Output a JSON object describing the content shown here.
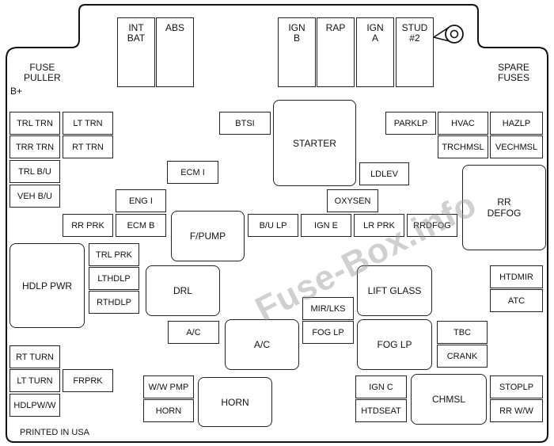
{
  "labels": {
    "fuse_puller": "FUSE\nPULLER",
    "b_plus": "B+",
    "spare_fuses": "SPARE\nFUSES",
    "printed": "PRINTED IN USA"
  },
  "watermark": "Fuse-Box.info",
  "fuses": [
    {
      "id": "int-bat",
      "label": "INT\nBAT"
    },
    {
      "id": "abs",
      "label": "ABS"
    },
    {
      "id": "ign-b",
      "label": "IGN\nB"
    },
    {
      "id": "rap",
      "label": "RAP"
    },
    {
      "id": "ign-a",
      "label": "IGN\nA"
    },
    {
      "id": "stud-2",
      "label": "STUD\n#2"
    },
    {
      "id": "trl-trn",
      "label": "TRL TRN"
    },
    {
      "id": "lt-trn",
      "label": "LT TRN"
    },
    {
      "id": "trr-trn",
      "label": "TRR TRN"
    },
    {
      "id": "rt-trn",
      "label": "RT TRN"
    },
    {
      "id": "trl-bu",
      "label": "TRL B/U"
    },
    {
      "id": "veh-bu",
      "label": "VEH B/U"
    },
    {
      "id": "btsi",
      "label": "BTSI"
    },
    {
      "id": "starter",
      "label": "STARTER"
    },
    {
      "id": "parklp",
      "label": "PARKLP"
    },
    {
      "id": "hvac",
      "label": "HVAC"
    },
    {
      "id": "hazlp",
      "label": "HAZLP"
    },
    {
      "id": "trchmsl",
      "label": "TRCHMSL"
    },
    {
      "id": "vechmsl",
      "label": "VECHMSL"
    },
    {
      "id": "ecm-1",
      "label": "ECM I"
    },
    {
      "id": "ldlev",
      "label": "LDLEV"
    },
    {
      "id": "eng-1",
      "label": "ENG I"
    },
    {
      "id": "oxysen",
      "label": "OXYSEN"
    },
    {
      "id": "rr-defog",
      "label": "RR\nDEFOG"
    },
    {
      "id": "rr-prk",
      "label": "RR PRK"
    },
    {
      "id": "ecm-b",
      "label": "ECM B"
    },
    {
      "id": "fpump",
      "label": "F/PUMP"
    },
    {
      "id": "bu-lp",
      "label": "B/U LP"
    },
    {
      "id": "ign-e",
      "label": "IGN E"
    },
    {
      "id": "lr-prk",
      "label": "LR PRK"
    },
    {
      "id": "rrdfog",
      "label": "RRDFOG"
    },
    {
      "id": "hdlp-pwr",
      "label": "HDLP PWR"
    },
    {
      "id": "trl-prk",
      "label": "TRL PRK"
    },
    {
      "id": "lthdlp",
      "label": "LTHDLP"
    },
    {
      "id": "rthdlp",
      "label": "RTHDLP"
    },
    {
      "id": "drl",
      "label": "DRL"
    },
    {
      "id": "lift-glass",
      "label": "LIFT GLASS"
    },
    {
      "id": "htdmir",
      "label": "HTDMIR"
    },
    {
      "id": "atc",
      "label": "ATC"
    },
    {
      "id": "mir-lks",
      "label": "MIR/LKS"
    },
    {
      "id": "ac-fuse",
      "label": "A/C"
    },
    {
      "id": "ac-relay",
      "label": "A/C"
    },
    {
      "id": "fog-lp-fuse",
      "label": "FOG LP"
    },
    {
      "id": "fog-lp-relay",
      "label": "FOG LP"
    },
    {
      "id": "tbc",
      "label": "TBC"
    },
    {
      "id": "crank",
      "label": "CRANK"
    },
    {
      "id": "rt-turn",
      "label": "RT TURN"
    },
    {
      "id": "lt-turn",
      "label": "LT TURN"
    },
    {
      "id": "frprk",
      "label": "FRPRK"
    },
    {
      "id": "hdlpww",
      "label": "HDLPW/W"
    },
    {
      "id": "ww-pmp",
      "label": "W/W PMP"
    },
    {
      "id": "horn-fuse",
      "label": "HORN"
    },
    {
      "id": "horn-relay",
      "label": "HORN"
    },
    {
      "id": "ign-c",
      "label": "IGN C"
    },
    {
      "id": "htdseat",
      "label": "HTDSEAT"
    },
    {
      "id": "chmsl",
      "label": "CHMSL"
    },
    {
      "id": "stoplp",
      "label": "STOPLP"
    },
    {
      "id": "rr-ww",
      "label": "RR W/W"
    }
  ]
}
